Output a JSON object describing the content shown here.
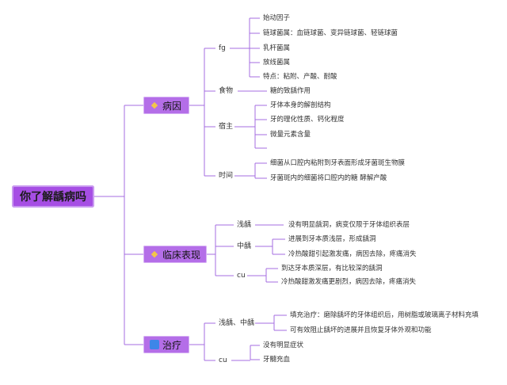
{
  "root": {
    "label": "你了解龋病吗"
  },
  "colors": {
    "accent": "#a64ee4",
    "branch": "#b46ee8",
    "line": "#a46ce0"
  },
  "branches": [
    {
      "label": "病因",
      "icon": "gem-icon",
      "children": [
        {
          "label": "fg",
          "leaves": [
            "始动因子",
            "链球菌属：血链球菌、变异链球菌、轻链球菌",
            "乳杆菌属",
            "放线菌属",
            "特点：粘附、产酸、耐酸"
          ]
        },
        {
          "label": "食物",
          "leaves": [
            "糖的致龋作用"
          ]
        },
        {
          "label": "宿主",
          "leaves": [
            "牙体本身的解剖结构",
            "牙的理化性质、钙化程度",
            "微量元素含量",
            ""
          ]
        },
        {
          "label": "时间",
          "leaves": [
            "细菌从口腔内粘附到牙表面形成牙菌斑生物膜",
            "牙菌斑内的细菌将口腔内的糖 酵解产酸"
          ]
        }
      ]
    },
    {
      "label": "临床表现",
      "icon": "gem-icon",
      "children": [
        {
          "label": "浅龋",
          "leaves": [
            "没有明显龋洞，病变仅限于牙体组织表层"
          ]
        },
        {
          "label": "中龋",
          "leaves": [
            "进展到牙本质浅层，形成龋洞",
            "冷热酸甜引起激发痛，病因去除，疼痛消失"
          ]
        },
        {
          "label": "cu",
          "leaves": [
            "到达牙本质深层，有比较深的龋洞",
            "冷热酸甜激发痛更剧烈，病因去除，疼痛消失"
          ]
        }
      ]
    },
    {
      "label": "治疗",
      "icon": "blue-square-icon",
      "children": [
        {
          "label": "浅龋、中龋",
          "leaves": [
            "填充治疗：磨除龋坏的牙体组织后，用树脂或玻璃离子材料充填",
            "可有效阻止龋坏的进展并且恢复牙体外观和功能"
          ]
        },
        {
          "label": "cu",
          "leaves": [
            "没有明显症状",
            "牙髓充血"
          ]
        }
      ]
    }
  ]
}
